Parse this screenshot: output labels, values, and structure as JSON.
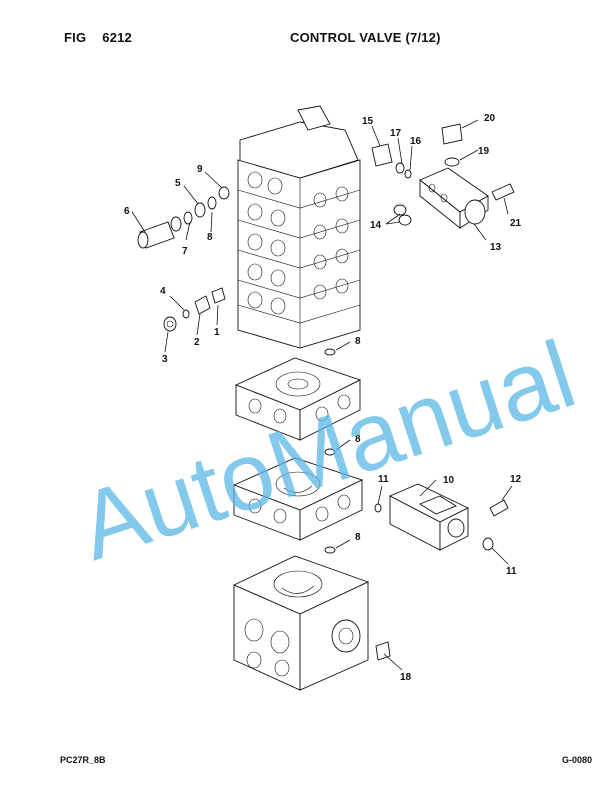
{
  "header": {
    "fig_label": "FIG",
    "fig_number": "6212",
    "title": "CONTROL VALVE (7/12)"
  },
  "footer": {
    "left": "PC27R_8B",
    "right": "G-0080"
  },
  "watermark": "AutoManual",
  "callouts": [
    "1",
    "2",
    "3",
    "4",
    "5",
    "6",
    "7",
    "8",
    "9",
    "10",
    "11",
    "12",
    "13",
    "14",
    "15",
    "16",
    "17",
    "18",
    "19",
    "20",
    "21"
  ],
  "colors": {
    "watermark": "#59b7e6",
    "linework": "#111111"
  }
}
